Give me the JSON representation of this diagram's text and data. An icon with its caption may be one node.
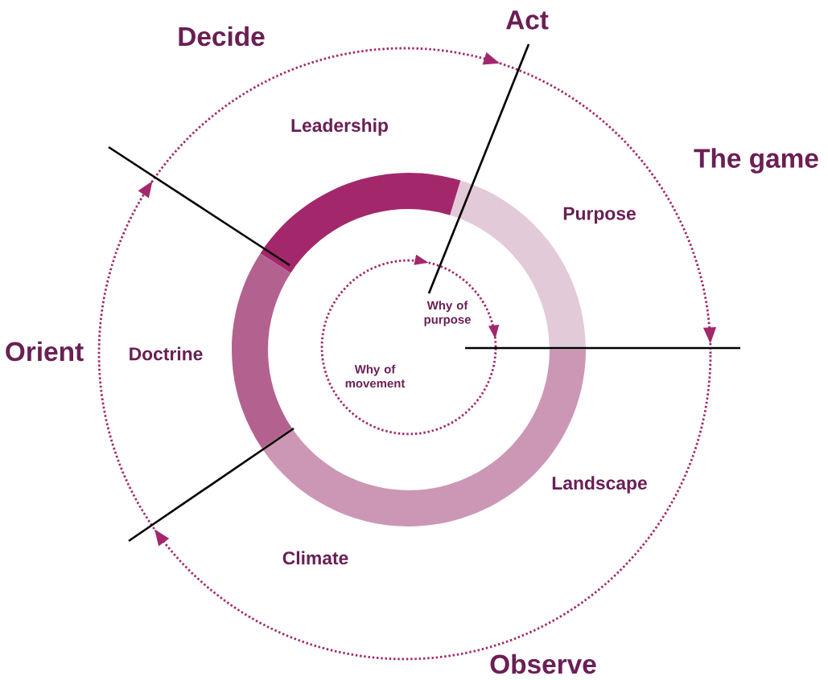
{
  "diagram": {
    "labels": [
      "Act",
      "Decide",
      "Leadership",
      "The game",
      "Purpose",
      "Why of purpose",
      "Orient",
      "Doctrine",
      "Why of movement",
      "Landscape",
      "Climate",
      "Observe"
    ]
  }
}
